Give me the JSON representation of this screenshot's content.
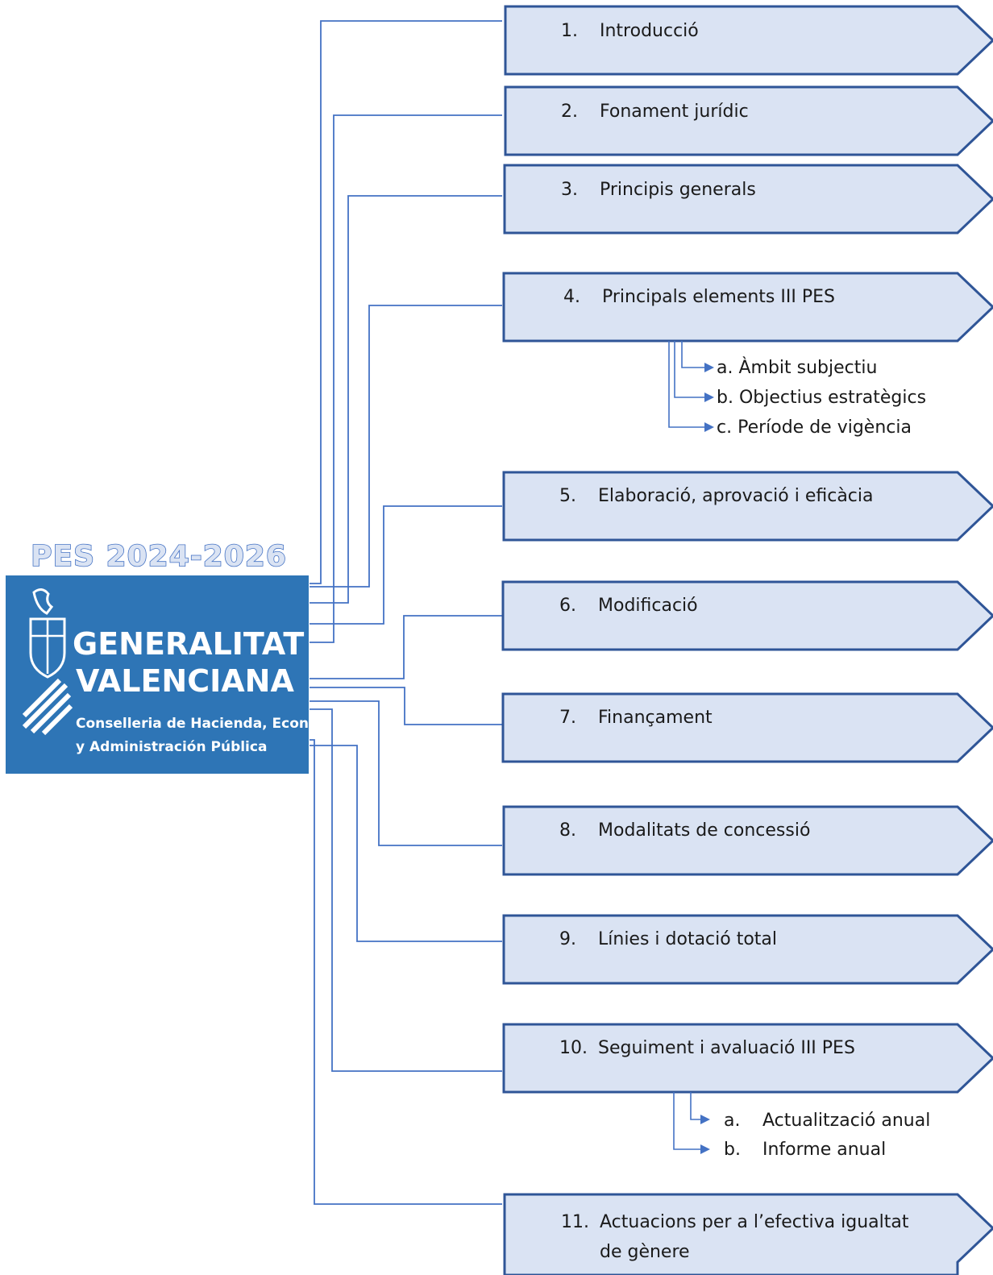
{
  "title": "PES 2024-2026",
  "logo": {
    "line1": "GENERALITAT",
    "line2": "VALENCIANA",
    "line3": "Conselleria de Hacienda, Economía",
    "line4": "y Administración Pública",
    "background_color": "#2e75b6"
  },
  "colors": {
    "box_fill": "#dae3f3",
    "box_border": "#2f5597",
    "connector": "#4472c4"
  },
  "sections": [
    {
      "num": "1.",
      "label": "Introducció"
    },
    {
      "num": "2.",
      "label": "Fonament jurídic"
    },
    {
      "num": "3.",
      "label": "Principis generals"
    },
    {
      "num": "4.",
      "label": "Principals elements III PES"
    },
    {
      "num": "5.",
      "label": "Elaboració, aprovació i eficàcia"
    },
    {
      "num": "6.",
      "label": "Modificació"
    },
    {
      "num": "7.",
      "label": "Finançament"
    },
    {
      "num": "8.",
      "label": "Modalitats de concessió"
    },
    {
      "num": "9.",
      "label": "Línies i dotació total"
    },
    {
      "num": "10.",
      "label": "Seguiment i avaluació III PES"
    },
    {
      "num": "11.",
      "label": "Actuacions per a l’efectiva igualtat",
      "label2": "de gènere"
    }
  ],
  "subitems_4": [
    {
      "label": "a. Àmbit subjectiu"
    },
    {
      "label": "b. Objectius estratègics"
    },
    {
      "label": "c. Període de vigència"
    }
  ],
  "subitems_10": [
    {
      "letter": "a.",
      "label": "Actualització anual"
    },
    {
      "letter": "b.",
      "label": "Informe anual"
    }
  ]
}
